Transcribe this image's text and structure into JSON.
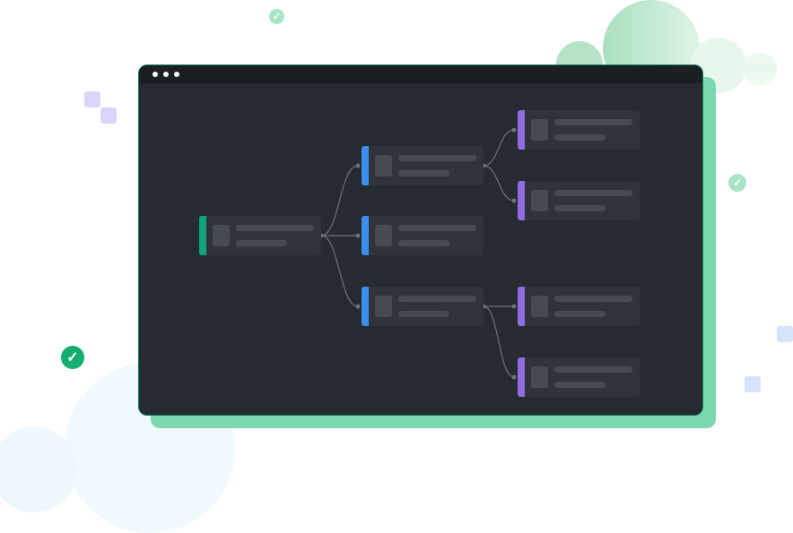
{
  "colors": {
    "background": "#ffffff",
    "window_bg": "#262a31",
    "titlebar_bg": "#1b1e23",
    "window_shadow": "#7dd8b0",
    "node_bg": "#2f333b",
    "placeholder": "#464a53",
    "connector": "#6e737c",
    "accent_root": "#0fa47a",
    "accent_level1": "#3d8ef0",
    "accent_level2": "#8f6de0",
    "badge_green": "#14ae6e",
    "badge_mint": "#a8e4c6",
    "square_lavender": "#d8d6fb",
    "square_blue": "#d4e4fd"
  },
  "icons": {
    "check": "✓",
    "window_controls": [
      "dot",
      "dot",
      "dot"
    ]
  },
  "diagram": {
    "type": "tree",
    "nodes": [
      {
        "id": "root",
        "level": 0,
        "accent": "accent_root"
      },
      {
        "id": "a",
        "level": 1,
        "parent": "root",
        "accent": "accent_level1"
      },
      {
        "id": "b",
        "level": 1,
        "parent": "root",
        "accent": "accent_level1"
      },
      {
        "id": "c",
        "level": 1,
        "parent": "root",
        "accent": "accent_level1"
      },
      {
        "id": "a1",
        "level": 2,
        "parent": "a",
        "accent": "accent_level2"
      },
      {
        "id": "a2",
        "level": 2,
        "parent": "a",
        "accent": "accent_level2"
      },
      {
        "id": "c1",
        "level": 2,
        "parent": "c",
        "accent": "accent_level2"
      },
      {
        "id": "c2",
        "level": 2,
        "parent": "c",
        "accent": "accent_level2"
      }
    ]
  }
}
